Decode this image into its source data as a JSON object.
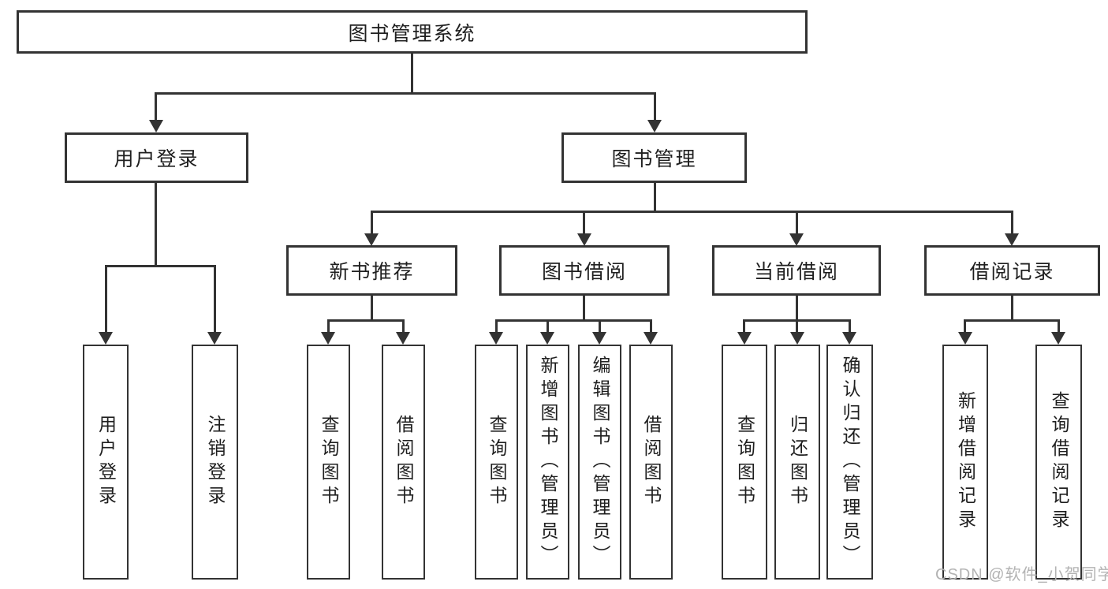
{
  "diagram": {
    "root": {
      "label": "图书管理系统"
    },
    "level2": [
      {
        "label": "用户登录"
      },
      {
        "label": "图书管理"
      }
    ],
    "level3": [
      {
        "label": "新书推荐",
        "parent": "图书管理"
      },
      {
        "label": "图书借阅",
        "parent": "图书管理"
      },
      {
        "label": "当前借阅",
        "parent": "图书管理"
      },
      {
        "label": "借阅记录",
        "parent": "图书管理"
      }
    ],
    "leaves": [
      {
        "label": "用户登录",
        "parent": "用户登录"
      },
      {
        "label": "注销登录",
        "parent": "用户登录"
      },
      {
        "label": "查询图书",
        "parent": "新书推荐"
      },
      {
        "label": "借阅图书",
        "parent": "新书推荐"
      },
      {
        "label": "查询图书",
        "parent": "图书借阅"
      },
      {
        "label": "新增图书（管理员）",
        "parent": "图书借阅"
      },
      {
        "label": "编辑图书（管理员）",
        "parent": "图书借阅"
      },
      {
        "label": "借阅图书",
        "parent": "图书借阅"
      },
      {
        "label": "查询图书",
        "parent": "当前借阅"
      },
      {
        "label": "归还图书",
        "parent": "当前借阅"
      },
      {
        "label": "确认归还（管理员）",
        "parent": "当前借阅"
      },
      {
        "label": "新增借阅记录",
        "parent": "借阅记录"
      },
      {
        "label": "查询借阅记录",
        "parent": "借阅记录"
      }
    ],
    "watermark": "CSDN @软件_小贺同学",
    "colors": {
      "line": "#333333",
      "text": "#1f1f1f",
      "watermark": "#b3b3b3",
      "background": "#ffffff"
    }
  }
}
